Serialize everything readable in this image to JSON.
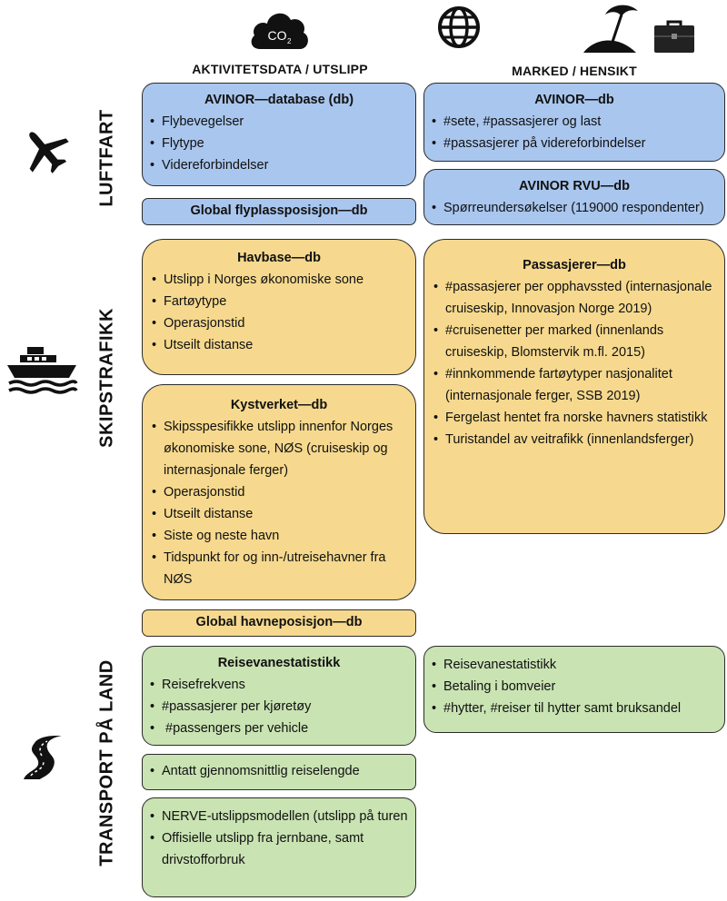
{
  "headers": {
    "left": "AKTIVITETSDATA / UTSLIPP",
    "right": "MARKED / HENSIKT",
    "co2_label": "CO",
    "co2_sub": "2"
  },
  "sections": {
    "aviation": "LUFTFART",
    "shipping": "SKIPSTRAFIKK",
    "land": "TRANSPORT PÅ LAND"
  },
  "aviation": {
    "left_box": {
      "title": "AVINOR—database (db)",
      "items": [
        "Flybevegelser",
        "Flytype",
        "Videreforbindelser"
      ]
    },
    "left_bar": "Global flyplassposisjon—db",
    "right_box1": {
      "title": "AVINOR—db",
      "items": [
        "#sete, #passasjerer og last",
        "#passasjerer på videreforbindelser"
      ]
    },
    "right_box2": {
      "title": "AVINOR RVU—db",
      "items": [
        "Spørreundersøkelser (119000 respondenter)"
      ]
    }
  },
  "shipping": {
    "havbase": {
      "title": "Havbase—db",
      "items": [
        "Utslipp i Norges økonomiske sone",
        "Fartøytype",
        "Operasjonstid",
        "Utseilt distanse"
      ]
    },
    "kystverket": {
      "title": "Kystverket—db",
      "items": [
        "Skipsspesifikke utslipp innenfor Norges økonomiske sone, NØS (cruiseskip og internasjonale ferger)",
        "Operasjonstid",
        "Utseilt  distanse",
        "Siste og neste havn",
        "Tidspunkt for og inn-/utreisehavner fra NØS"
      ]
    },
    "bar": "Global havneposisjon—db",
    "passasjerer": {
      "title": "Passasjerer—db",
      "items": [
        "#passasjerer per opphavssted (internasjonale cruiseskip, Innovasjon Norge 2019)",
        "#cruisenetter per marked (innenlands cruiseskip, Blomstervik m.fl. 2015)",
        "#innkommende fartøytyper nasjonalitet (internasjonale ferger, SSB 2019)",
        "Fergelast hentet fra norske havners statistikk",
        "Turistandel av veitrafikk (innenlandsferger)"
      ]
    }
  },
  "land": {
    "reisevane": {
      "title": "Reisevanestatistikk",
      "items": [
        "Reisefrekvens",
        "#passasjerer per kjøretøy",
        " #passengers per vehicle"
      ]
    },
    "reiselengde": {
      "items": [
        "Antatt gjennomsnittlig reiselengde"
      ]
    },
    "nerve": {
      "items": [
        "NERVE-utslippsmodellen (utslipp på turen",
        "Offisielle utslipp fra jernbane, samt drivstofforbruk"
      ]
    },
    "right_box": {
      "items": [
        "Reisevanestatistikk",
        "Betaling i bomveier",
        "#hytter, #reiser til hytter samt bruksandel"
      ]
    }
  },
  "icons": [
    "cloud-co2-icon",
    "globe-icon",
    "beach-umbrella-icon",
    "briefcase-icon",
    "airplane-icon",
    "ship-icon",
    "road-icon"
  ],
  "colors": {
    "aviation": "#a9c6ee",
    "shipping": "#f6d98e",
    "land": "#c9e3b3"
  }
}
